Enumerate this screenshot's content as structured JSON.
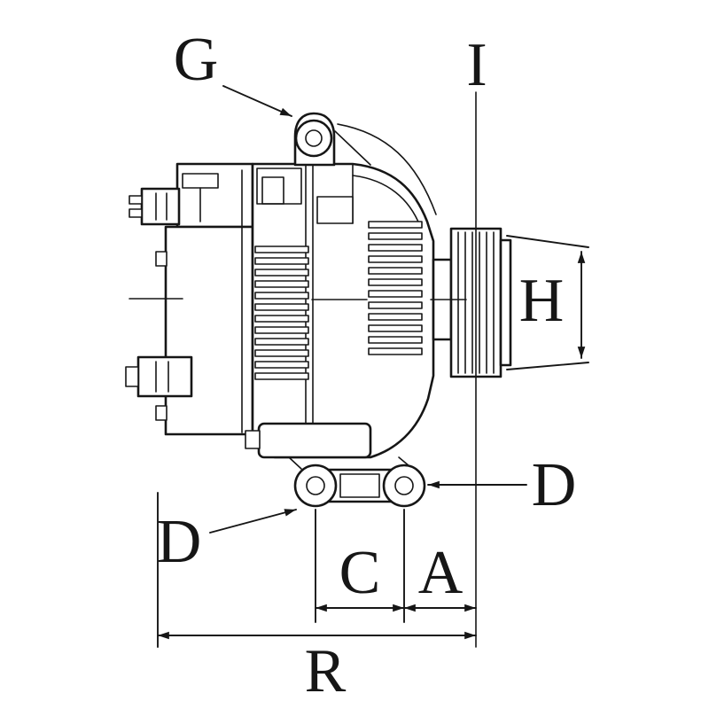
{
  "canvas": {
    "background": "#ffffff",
    "ink": "#161616"
  },
  "diagram": {
    "labels": {
      "g": "G",
      "i": "I",
      "h": "H",
      "d_right": "D",
      "d_left": "D",
      "c": "C",
      "a": "A",
      "r": "R"
    }
  }
}
